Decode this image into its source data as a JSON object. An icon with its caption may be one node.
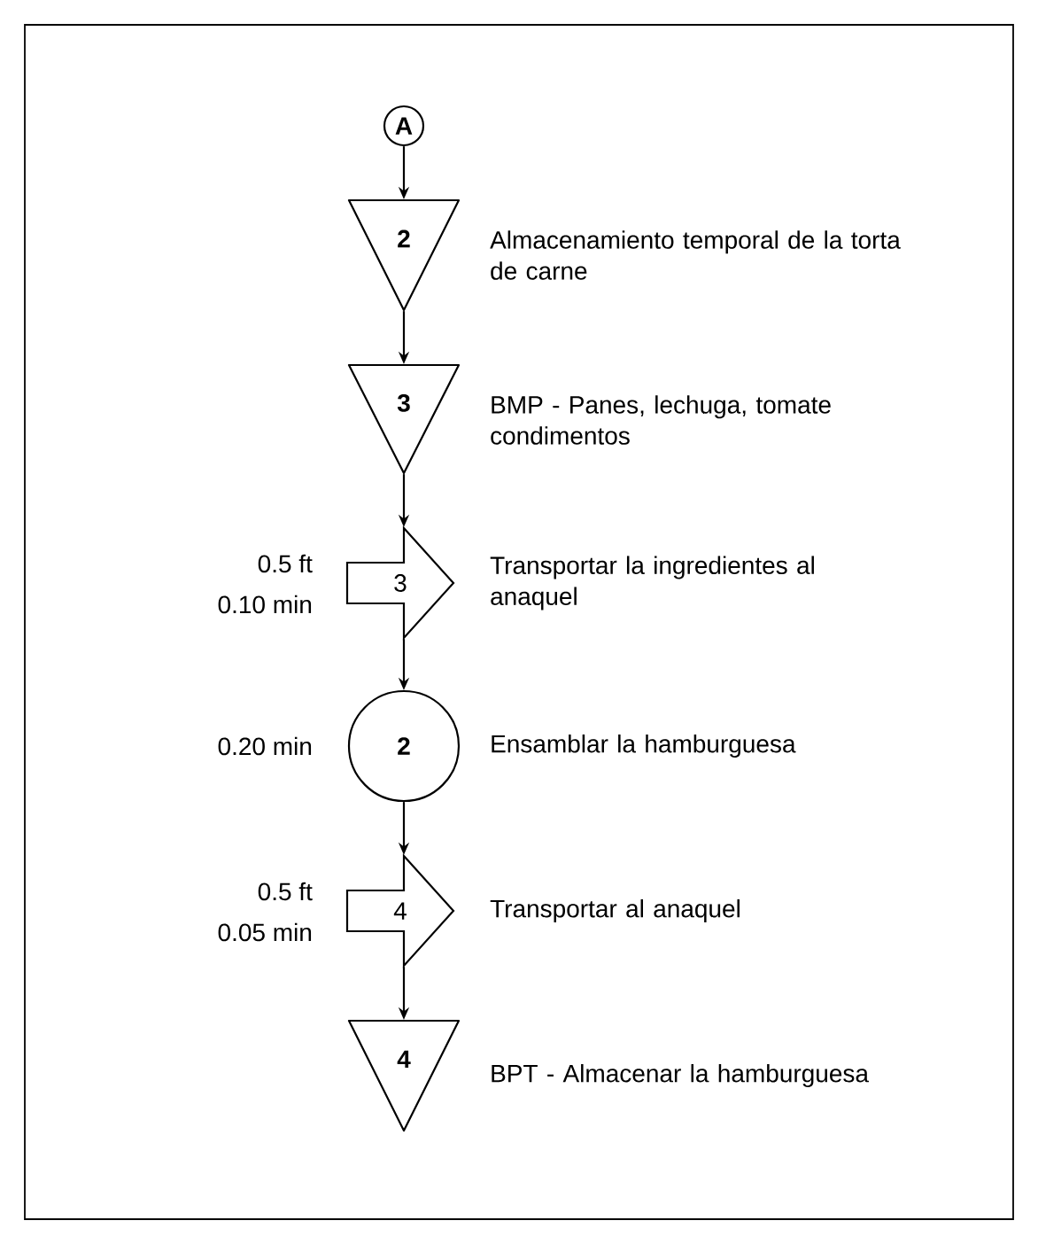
{
  "diagram": {
    "nodes": [
      {
        "text": [
          "A"
        ]
      },
      {
        "text": [
          "2"
        ],
        "beside": [
          "Almacenamiento temporal de la torta de carne"
        ]
      },
      {
        "text": [
          "3"
        ],
        "beside": [
          "BMP - Panes, lechuga, tomate condimentos"
        ]
      },
      {
        "text": [
          "3"
        ],
        "beside": [
          "0.5 ft",
          "0.10 min",
          "Transportar la ingredientes al anaquel"
        ]
      },
      {
        "text": [
          "2"
        ],
        "beside": [
          "0.20 min",
          "Ensamblar la hamburguesa"
        ]
      },
      {
        "text": [
          "4"
        ],
        "beside": [
          "0.5 ft",
          "0.05 min",
          "Transportar al anaquel"
        ]
      },
      {
        "text": [
          "4"
        ],
        "beside": [
          "BPT - Almacenar la hamburguesa"
        ]
      }
    ],
    "edges": [
      {
        "from": 0,
        "to": 1,
        "arrow": "to"
      },
      {
        "from": 1,
        "to": 2,
        "arrow": "to"
      },
      {
        "from": 2,
        "to": 3,
        "arrow": "to"
      },
      {
        "from": 3,
        "to": 4,
        "arrow": "to"
      },
      {
        "from": 4,
        "to": 5,
        "arrow": "to"
      },
      {
        "from": 5,
        "to": 6,
        "arrow": "to"
      }
    ]
  }
}
